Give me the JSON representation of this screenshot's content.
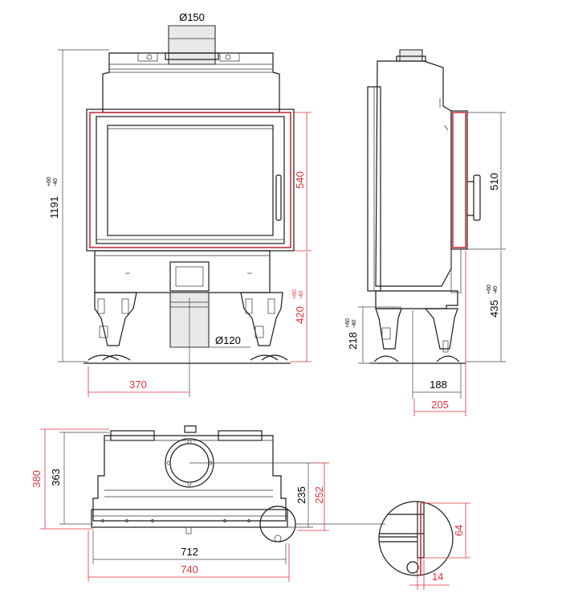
{
  "colors": {
    "line": "#1a1a1a",
    "accent": "#e0333a",
    "fill": "#e9e9e9"
  },
  "front_view": {
    "flue_diameter": "Ø150",
    "height_total": "1191",
    "height_total_tol_plus": "+60",
    "height_total_tol_minus": "-40",
    "glass_height": "540",
    "base_height": "420",
    "base_height_tol_plus": "+60",
    "base_height_tol_minus": "-40",
    "air_inlet_diameter": "Ø120",
    "inlet_offset": "370"
  },
  "side_view": {
    "door_height": "510",
    "leg_height": "218",
    "leg_height_tol_plus": "+60",
    "leg_height_tol_minus": "-40",
    "door_bottom_height": "435",
    "door_bottom_tol_plus": "+60",
    "door_bottom_tol_minus": "-40",
    "depth_to_legs": "188",
    "depth_to_front": "205"
  },
  "top_view": {
    "depth_total": "380",
    "depth_body": "363",
    "flue_center": "235",
    "flue_center_red": "252",
    "width_body": "712",
    "width_total": "740"
  },
  "detail": {
    "frame_height": "64",
    "frame_depth": "14"
  }
}
